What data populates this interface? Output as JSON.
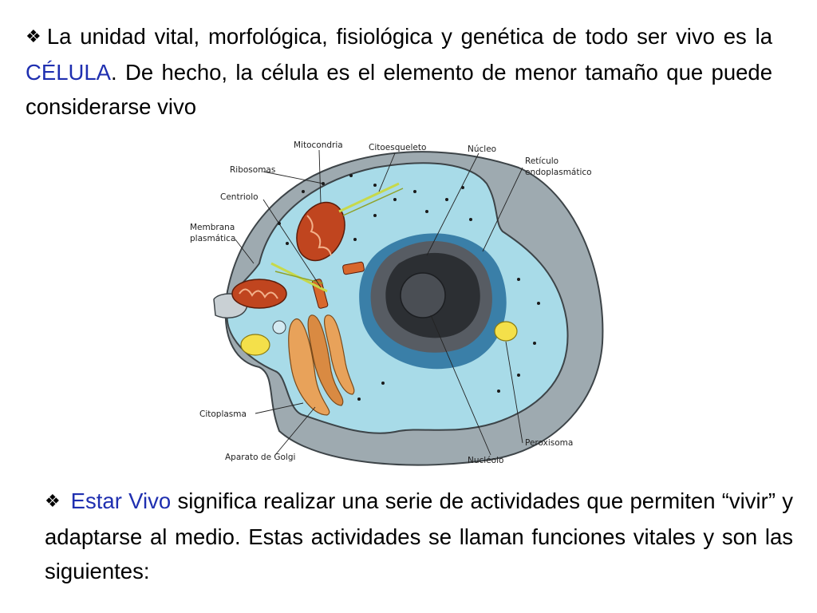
{
  "paragraph1": {
    "bullet": "❖",
    "text_before": "La unidad vital, morfológica, fisiológica y genética de todo ser vivo es la ",
    "highlight": "CÉLULA",
    "text_after": ". De hecho, la célula es el elemento de menor  tamaño que puede considerarse vivo"
  },
  "diagram": {
    "labels": {
      "mitocondria": "Mitocondria",
      "citoesqueleto": "Citoesqueleto",
      "nucleo": "Núcleo",
      "reticulo1": "Retículo",
      "reticulo2": "endoplasmático",
      "ribosomas": "Ribosomas",
      "centriolo": "Centriolo",
      "membrana1": "Membrana",
      "membrana2": "plasmática",
      "citoplasma": "Citoplasma",
      "golgi": "Aparato de Golgi",
      "nucleolo": "Nucléolo",
      "peroxisoma": "Peroxisoma"
    }
  },
  "paragraph2": {
    "bullet": "❖",
    "highlight": "Estar Vivo",
    "text": " significa realizar una serie de actividades que permiten “vivir” y adaptarse al medio. Estas actividades se llaman funciones vitales y son las siguientes:"
  },
  "colors": {
    "highlight": "#1f2fb0",
    "cytoplasm": "#a8dbe8",
    "outer_cell": "#9eaab0",
    "nucleus_dark": "#3a3d42",
    "mitochondria": "#c0451f",
    "golgi": "#e8a25a",
    "peroxisome": "#f4e04a"
  }
}
